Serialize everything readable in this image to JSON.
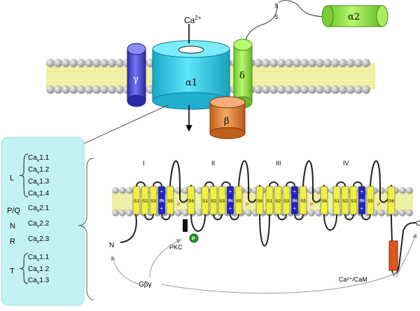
{
  "channel": {
    "ion": "Ca",
    "ion_charge": "2+",
    "subunits": {
      "alpha1": "α1",
      "alpha2": "α2",
      "gamma": "γ",
      "delta": "δ",
      "beta": "β"
    },
    "disulfide_labels": [
      "S",
      "S"
    ]
  },
  "subtypes": {
    "families": [
      {
        "name": "L",
        "members": [
          {
            "prefix": "Ca",
            "sub": "v",
            "suffix": "1.1"
          },
          {
            "prefix": "Ca",
            "sub": "v",
            "suffix": "1.2"
          },
          {
            "prefix": "Ca",
            "sub": "v",
            "suffix": "1.3"
          },
          {
            "prefix": "Ca",
            "sub": "v",
            "suffix": "1.4"
          }
        ]
      },
      {
        "name": "P/Q",
        "members": [
          {
            "prefix": "Ca",
            "sub": "v",
            "suffix": "2.1"
          }
        ]
      },
      {
        "name": "N",
        "members": [
          {
            "prefix": "Ca",
            "sub": "v",
            "suffix": "2.2"
          }
        ]
      },
      {
        "name": "R",
        "members": [
          {
            "prefix": "Ca",
            "sub": "v",
            "suffix": "2.3"
          }
        ]
      },
      {
        "name": "T",
        "members": [
          {
            "prefix": "Ca",
            "sub": "v",
            "suffix": "1.1"
          },
          {
            "prefix": "Ca",
            "sub": "v",
            "suffix": "1.2"
          },
          {
            "prefix": "Ca",
            "sub": "v",
            "suffix": "1.3"
          }
        ]
      }
    ]
  },
  "topology": {
    "domains": [
      "I",
      "II",
      "III",
      "IV"
    ],
    "segments": [
      "S1",
      "S2",
      "S3",
      "S4",
      "S5",
      "S6"
    ],
    "pore_label": "P",
    "voltage_sensor_mark": "+",
    "n_terminus": "N",
    "c_terminus": "C",
    "pkc_label": "PKC",
    "phospho_label": "P",
    "gbg_label": "Gβγ",
    "cam_label": "Ca²⁺/CaM"
  },
  "colors": {
    "membrane_lipid": "#f2f2a8",
    "lipid_head": "#b8b8b8",
    "alpha1": "#33d6f2",
    "alpha2": "#9ef04a",
    "gamma": "#4d4de0",
    "delta": "#9ef04a",
    "beta": "#e98a3c",
    "segment": "#f0f040",
    "s4_segment": "#2222c0",
    "panel": "#c4f2f4",
    "pkc": "#1e9a2e",
    "cam_site": "#e0541e"
  }
}
